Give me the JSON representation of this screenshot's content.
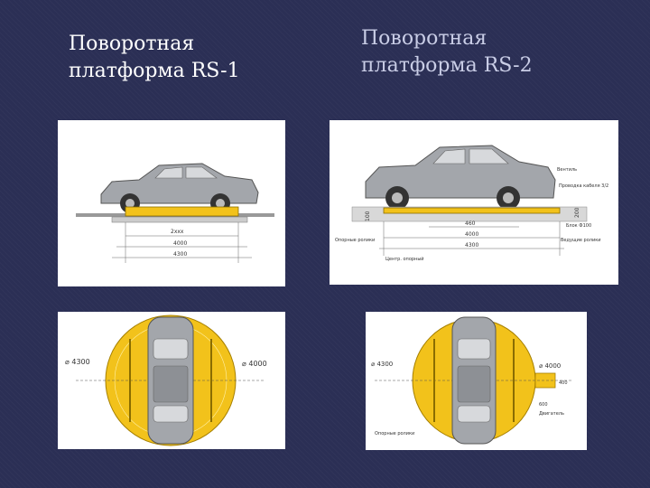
{
  "slide": {
    "left_title": {
      "line1": "Поворотная",
      "line2": "платформа RS-1"
    },
    "right_title": {
      "line1": "Поворотная",
      "line2": "платформа RS-2"
    }
  },
  "figures": {
    "rs1_side": {
      "dim_total": "4300",
      "dim_mid": "4000",
      "dim_inner": "2xxx"
    },
    "rs2_side": {
      "dim_total": "4300",
      "dim_mid": "4000",
      "dim_inner": "460",
      "dim_height_left": "100",
      "dim_height_right": "200",
      "label_fan": "Вентиль",
      "label_cable": "Проводка кабеля 3/2",
      "label_drive": "Блок Ф100",
      "label_wheels": "Ведущие ролики",
      "label_rails": "Опорные ролики",
      "label_bottom": "Центр. опорный"
    },
    "rs1_top": {
      "dim_left": "⌀ 4300",
      "dim_right": "⌀ 4000"
    },
    "rs2_top": {
      "dim_left": "⌀ 4300",
      "dim_right": "⌀ 4000",
      "dim_box": "600",
      "dim_box_v": "400",
      "label_drive": "Двигатель",
      "label_rollers": "Опорные ролики"
    }
  },
  "colors": {
    "background": "#2b2f55",
    "platform": "#f2c21b",
    "car": "#9ea1a6"
  }
}
